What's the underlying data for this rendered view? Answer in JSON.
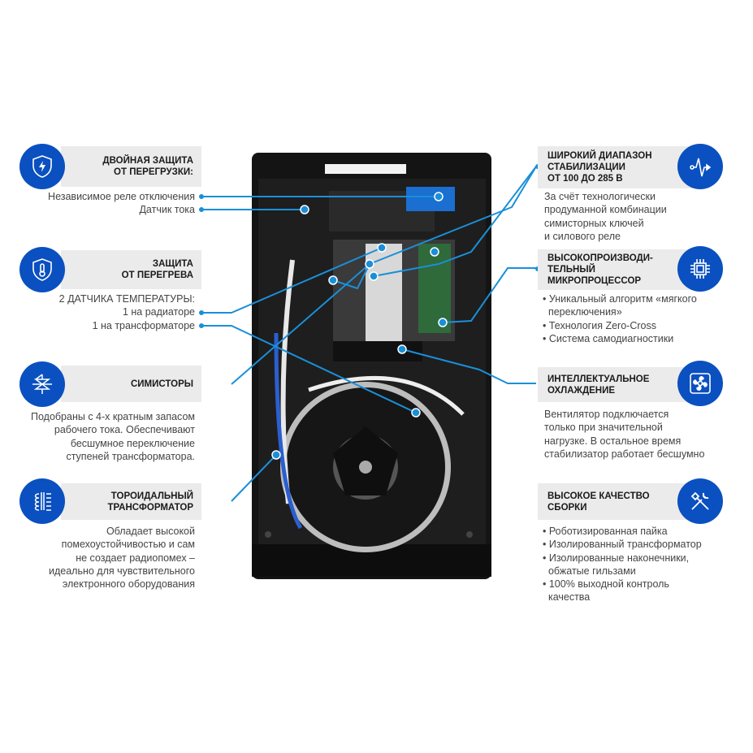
{
  "left": [
    {
      "icon": "shield-bolt-icon",
      "title": [
        "Двойная защита",
        "от перегрузки:"
      ],
      "lines": [
        "Независимое реле отключения",
        "Датчик тока"
      ]
    },
    {
      "icon": "shield-thermometer-icon",
      "title": [
        "Защита",
        "от перегрева"
      ],
      "lines": [
        "2 ДАТЧИКА ТЕМПЕРАТУРЫ:",
        "1 на радиаторе",
        "1 на трансформаторе"
      ]
    },
    {
      "icon": "triac-icon",
      "title": [
        "Симисторы"
      ],
      "lines": [
        "Подобраны с 4-х кратным запасом",
        "рабочего тока. Обеспечивают",
        "бесшумное переключение",
        "ступеней трансформатора."
      ]
    },
    {
      "icon": "transformer-icon",
      "title": [
        "Тороидальный",
        "трансформатор"
      ],
      "lines": [
        "Обладает высокой",
        "помехоустойчивостью и сам",
        "не создает радиопомех –",
        "идеально для чувствительного",
        "электронного оборудования"
      ]
    }
  ],
  "right": [
    {
      "icon": "pulse-icon",
      "title": [
        "Широкий диапазон",
        "стабилизации",
        "от 100 до 285 В"
      ],
      "lines": [
        "За счёт технологически",
        "продуманной комбинации",
        "симисторных ключей",
        "и силового реле"
      ]
    },
    {
      "icon": "chip-icon",
      "title": [
        "Высокопроизводи-",
        "тельный",
        "микропроцессор"
      ],
      "lines": [
        "• Уникальный алгоритм «мягкого",
        "  переключения»",
        "• Технология Zero-Cross",
        "• Система самодиагностики"
      ]
    },
    {
      "icon": "fan-icon",
      "title": [
        "Интеллектуальное",
        "охлаждение"
      ],
      "lines": [
        "Вентилятор подключается",
        "только при значительной",
        "нагрузке. В остальное время",
        "стабилизатор работает бесшумно"
      ]
    },
    {
      "icon": "tools-icon",
      "title": [
        "Высокое качество",
        "сборки"
      ],
      "lines": [
        "• Роботизированная пайка",
        "• Изолированный трансформатор",
        "• Изолированные наконечники,",
        "  обжатые гильзами",
        "• 100% выходной контроль",
        "  качества"
      ]
    }
  ],
  "colors": {
    "accent": "#0a50c0",
    "line": "#1a8fd8",
    "panel": "#ebebeb"
  }
}
